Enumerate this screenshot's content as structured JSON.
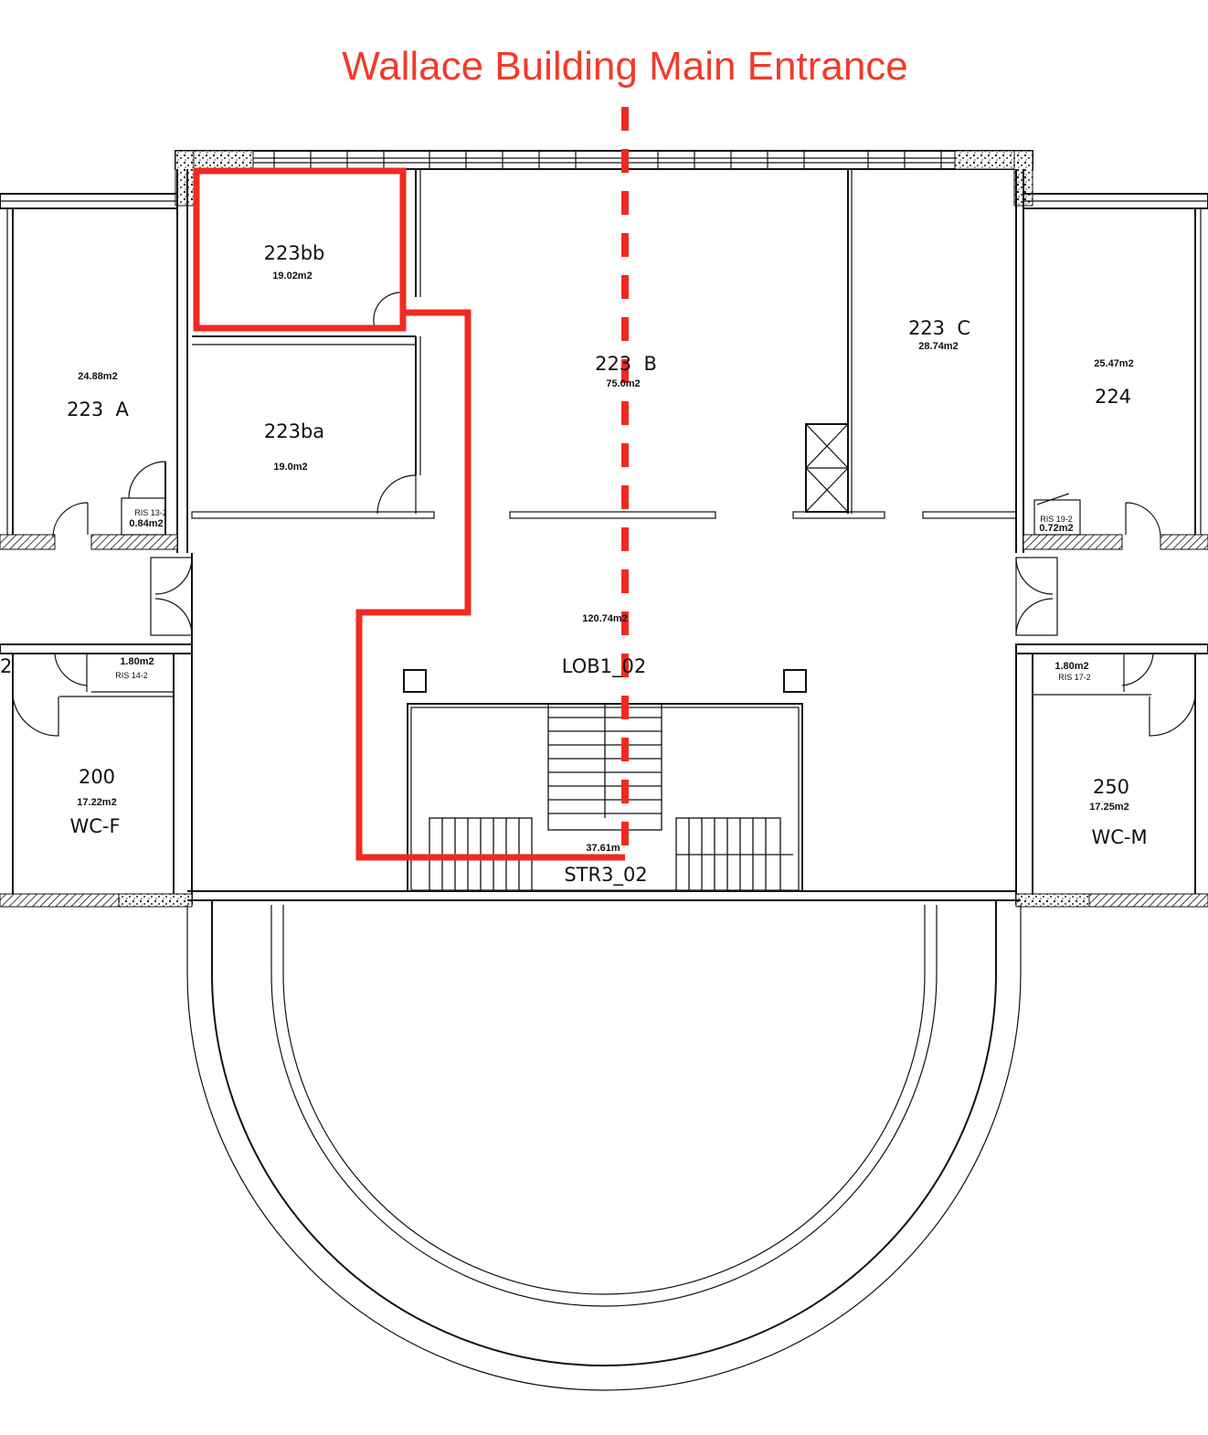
{
  "annotation": {
    "title": "Wallace Building Main Entrance",
    "route_color": "#f02a20"
  },
  "rooms": {
    "r223bb": {
      "name": "223bb",
      "area": "19.02m2"
    },
    "r223ba": {
      "name": "223ba",
      "area": "19.0m2"
    },
    "r223a": {
      "name": "223  A",
      "area": "24.88m2"
    },
    "r223b": {
      "name": "223  B",
      "area": "75.0m2"
    },
    "r223c": {
      "name": "223  C",
      "area": "28.74m2"
    },
    "r224": {
      "name": "224",
      "area": "25.47m2"
    },
    "ris13": {
      "name": "RIS 13-2",
      "area": "0.84m2"
    },
    "ris19": {
      "name": "RIS 19-2",
      "area": "0.72m2"
    },
    "ris14": {
      "name": "RIS 14-2",
      "area": "1.80m2"
    },
    "ris17": {
      "name": "RIS 17-2",
      "area": "1.80m2"
    },
    "lobby": {
      "name": "LOB1_02",
      "area": "120.74m2"
    },
    "r200": {
      "name": "200",
      "area": "17.22m2",
      "use": "WC-F"
    },
    "r250": {
      "name": "250",
      "area": "17.25m2",
      "use": "WC-M"
    },
    "stair": {
      "name": "STR3_02",
      "area": "37.61m"
    },
    "edge_fragment": "2"
  }
}
